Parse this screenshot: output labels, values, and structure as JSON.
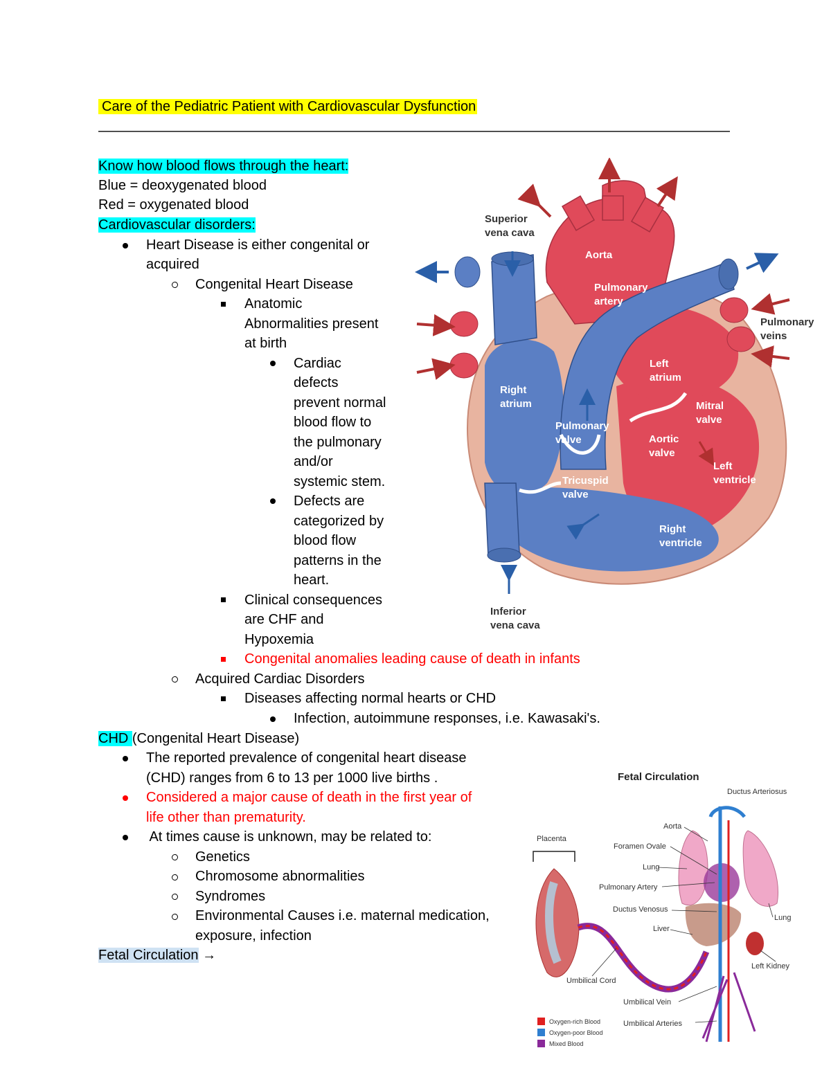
{
  "title": "Care of the Pediatric Patient with Cardiovascular Dysfunction",
  "rule": "—————————————————————————————————————————————————",
  "lines": {
    "l1": "Know how blood flows through the heart:",
    "l2": "Blue = deoxygenated blood",
    "l3": "Red = oxygenated blood",
    "l4": "Cardiovascular disorders:",
    "l5a": "Heart Disease is either congenital or",
    "l5b": "acquired",
    "l6": "Congenital Heart Disease",
    "l7a": "Anatomic",
    "l7b": "Abnormalities present",
    "l7c": "at birth",
    "l8a": "Cardiac",
    "l8b": "defects",
    "l8c": "prevent normal",
    "l8d": "blood flow to",
    "l8e": "the pulmonary",
    "l8f": "and/or",
    "l8g": "systemic stem.",
    "l9a": "Defects are",
    "l9b": "categorized by",
    "l9c": "blood flow",
    "l9d": "patterns in the",
    "l9e": "heart.",
    "l10a": "Clinical consequences",
    "l10b": "are CHF and",
    "l10c": "Hypoxemia",
    "l11": "Congenital anomalies leading cause of death in infants",
    "l12": "Acquired Cardiac Disorders",
    "l13": "Diseases affecting normal hearts or CHD",
    "l14": "Infection, autoimmune responses, i.e. Kawasaki's.",
    "l15a": "CHD ",
    "l15b": "(Congenital Heart Disease)",
    "l16a": "The reported prevalence of congenital heart disease",
    "l16b": "(CHD) ranges from 6 to 13 per 1000 live births .",
    "l17a": "Considered a major cause of death in the first year of",
    "l17b": "life other than prematurity.",
    "l18": " At times cause is unknown, may be related to:",
    "l19": "Genetics",
    "l20": "Chromosome abnormalities",
    "l21": "Syndromes",
    "l22a": "Environmental Causes i.e. maternal medication,",
    "l22b": "exposure, infection",
    "l23": "Fetal Circulation",
    "l23arrow": " →"
  },
  "heart_diagram": {
    "labels": {
      "superior_vena_cava_1": "Superior",
      "superior_vena_cava_2": "vena cava",
      "aorta": "Aorta",
      "pulmonary_artery_1": "Pulmonary",
      "pulmonary_artery_2": "artery",
      "pulmonary_veins_1": "Pulmonary",
      "pulmonary_veins_2": "veins",
      "left_atrium_1": "Left",
      "left_atrium_2": "atrium",
      "right_atrium_1": "Right",
      "right_atrium_2": "atrium",
      "mitral_valve_1": "Mitral",
      "mitral_valve_2": "valve",
      "pulmonary_valve_1": "Pulmonary",
      "pulmonary_valve_2": "valve",
      "aortic_valve_1": "Aortic",
      "aortic_valve_2": "valve",
      "left_ventricle_1": "Left",
      "left_ventricle_2": "ventricle",
      "tricuspid_valve_1": "Tricuspid",
      "tricuspid_valve_2": "valve",
      "right_ventricle_1": "Right",
      "right_ventricle_2": "ventricle",
      "inferior_vena_cava_1": "Inferior",
      "inferior_vena_cava_2": "vena cava"
    },
    "colors": {
      "oxygenated": "#e04a5a",
      "deoxygenated": "#5b7fc4",
      "wall": "#e8b4a0",
      "arrow": "#2a5fa8",
      "arrow_red": "#b03030"
    }
  },
  "fetal_diagram": {
    "title": "Fetal Circulation",
    "labels": {
      "ductus_arteriosus": "Ductus Arteriosus",
      "placenta": "Placenta",
      "aorta": "Aorta",
      "foramen_ovale": "Foramen Ovale",
      "lung_left": "Lung",
      "pulmonary_artery": "Pulmonary Artery",
      "ductus_venosus": "Ductus Venosus",
      "lung_right": "Lung",
      "liver": "Liver",
      "left_kidney": "Left Kidney",
      "umbilical_cord": "Umbilical Cord",
      "umbilical_vein": "Umbilical Vein",
      "umbilical_arteries": "Umbilical Arteries"
    },
    "legend": [
      {
        "label": "Oxygen-rich Blood",
        "color": "#e02020"
      },
      {
        "label": "Oxygen-poor Blood",
        "color": "#2f7fd0"
      },
      {
        "label": "Mixed Blood",
        "color": "#8a2a9a"
      }
    ]
  }
}
